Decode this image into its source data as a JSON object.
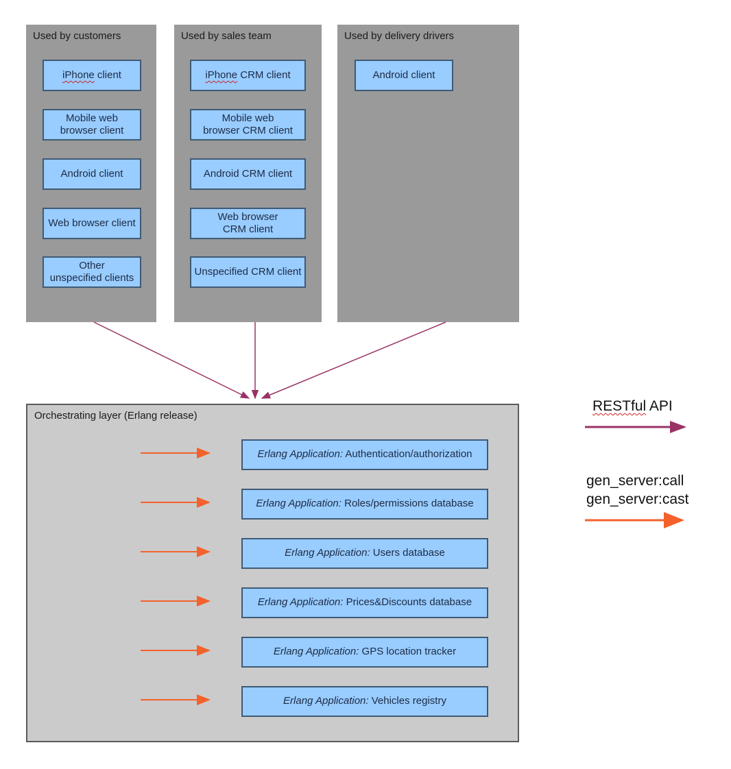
{
  "colors": {
    "container_gray": "#9a9a9a",
    "layer_gray": "#cbcbcb",
    "box_fill": "#99ccff",
    "box_border": "#3e5a75",
    "restful_arrow": "#993366",
    "gen_server_arrow": "#f4612b"
  },
  "containers": [
    {
      "title": "Used by customers",
      "boxes": [
        {
          "sq": "iPhone",
          "rest": " client"
        },
        {
          "label": "Mobile web\nbrowser client"
        },
        {
          "label": "Android client"
        },
        {
          "label": "Web browser client"
        },
        {
          "label": "Other\nunspecified clients"
        }
      ]
    },
    {
      "title": "Used by sales team",
      "boxes": [
        {
          "sq": "iPhone",
          "rest": " CRM client"
        },
        {
          "label": "Mobile web\nbrowser CRM client"
        },
        {
          "label": "Android CRM client"
        },
        {
          "label": "Web browser\nCRM client"
        },
        {
          "label": "Unspecified CRM client"
        }
      ]
    },
    {
      "title": "Used by delivery drivers",
      "boxes": [
        {
          "label": "Android client"
        }
      ]
    }
  ],
  "layer": {
    "title": "Orchestrating layer (Erlang release)",
    "apps": [
      {
        "prefix": "Erlang Application:",
        "name": " Authentication/authorization"
      },
      {
        "prefix": "Erlang Application:",
        "name": " Roles/permissions database"
      },
      {
        "prefix": "Erlang Application:",
        "name": " Users database"
      },
      {
        "prefix": "Erlang Application:",
        "name": " Prices&Discounts database"
      },
      {
        "prefix": "Erlang Application:",
        "name": " GPS location tracker"
      },
      {
        "prefix": "Erlang Application:",
        "name": " Vehicles registry"
      }
    ]
  },
  "legend": {
    "rest_api": {
      "sq": "RESTful",
      "rest": " API"
    },
    "gen_server_call": "gen_server:call",
    "gen_server_cast": "gen_server:cast"
  }
}
